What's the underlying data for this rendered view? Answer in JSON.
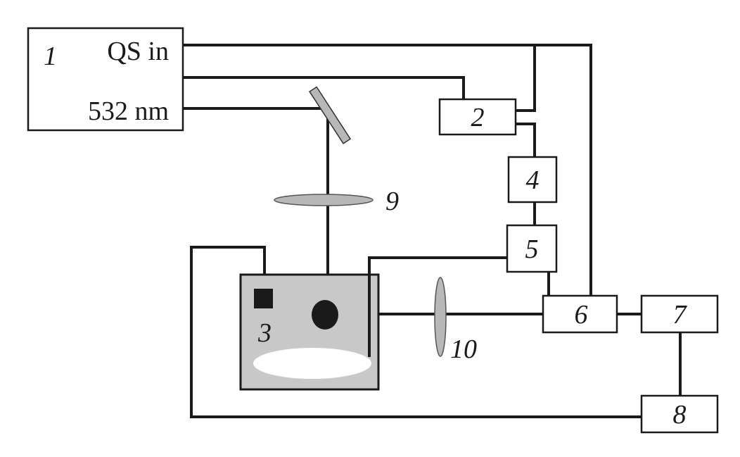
{
  "colors": {
    "line": "#1a1a1a",
    "optic_gray": "#b8b8b8",
    "cell_fill": "#c8c8c8",
    "white": "#ffffff"
  },
  "laser": {
    "number": "1",
    "port_qs": "QS in",
    "port_532": "532 nm"
  },
  "labels": {
    "box2": "2",
    "cell3": "3",
    "box4": "4",
    "box5": "5",
    "box6": "6",
    "box7": "7",
    "box8": "8",
    "lens9": "9",
    "lens10": "10"
  }
}
